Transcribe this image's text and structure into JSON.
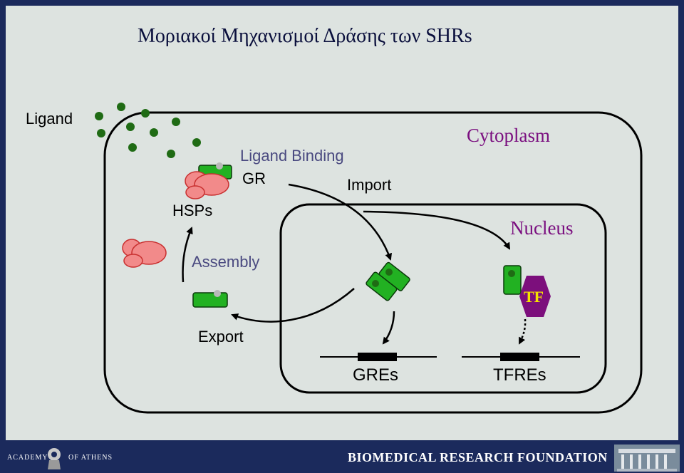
{
  "slide": {
    "title": "Μοριακοί Μηχανισμοί Δράσης των SHRs",
    "labels": {
      "ligand": "Ligand",
      "ligand_binding": "Ligand Binding",
      "gr": "GR",
      "import": "Import",
      "cytoplasm": "Cytoplasm",
      "hsps": "HSPs",
      "nucleus": "Nucleus",
      "assembly": "Assembly",
      "tf": "TF",
      "export": "Export",
      "gres": "GREs",
      "tfres": "TFREs"
    },
    "colors": {
      "background": "#dde3e0",
      "frame": "#1b2a5c",
      "title": "#0a0f3c",
      "process_label": "#4a4a80",
      "compartment_label": "#7b1080",
      "receptor_green": "#22b122",
      "ligand_green": "#1f6b14",
      "hsp_pink": "#f28a8a",
      "tf_purple": "#7c0f7c",
      "tf_text": "#f4e300"
    }
  },
  "footer": {
    "academy_left": "ACADEMY",
    "academy_right": "OF ATHENS",
    "foundation": "BIOMEDICAL RESEARCH FOUNDATION"
  }
}
